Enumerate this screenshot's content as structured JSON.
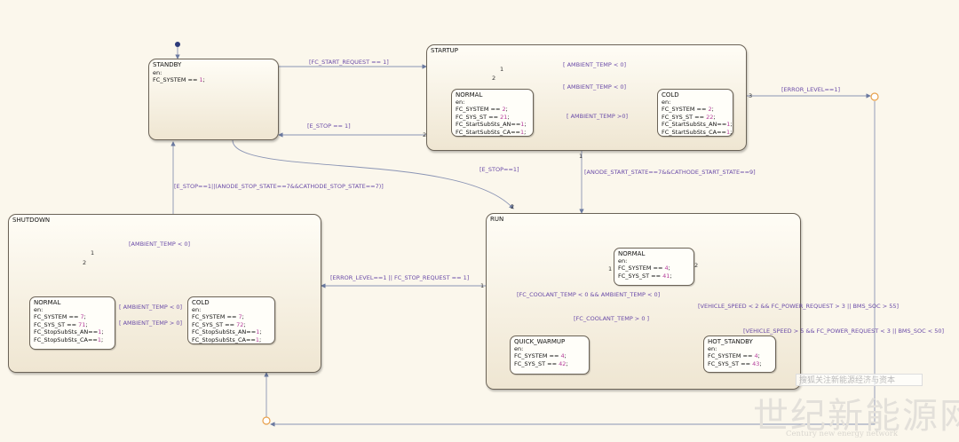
{
  "states": {
    "standby": {
      "name": "STANDBY",
      "en": "en:",
      "line1_text": "FC_SYSTEM == ",
      "line1_num": "1",
      "line1_end": ";"
    },
    "startup": {
      "name": "STARTUP",
      "normal": {
        "name": "NORMAL",
        "en": "en:",
        "l1": "FC_SYSTEM == ",
        "n1": "2",
        "e1": ";",
        "l2": "FC_SYS_ST == ",
        "n2": "21",
        "e2": ";",
        "l3": "FC_StartSubSts_AN==",
        "n3": "1",
        "e3": ";",
        "l4": "FC_StartSubSts_CA==",
        "n4": "1",
        "e4": ";"
      },
      "cold": {
        "name": "COLD",
        "en": "en:",
        "l1": "FC_SYSTEM == ",
        "n1": "2",
        "e1": ";",
        "l2": "FC_SYS_ST == ",
        "n2": "22",
        "e2": ";",
        "l3": "FC_StartSubSts_AN==",
        "n3": "1",
        "e3": ";",
        "l4": "FC_StartSubSts_CA==",
        "n4": "1",
        "e4": ";"
      }
    },
    "shutdown": {
      "name": "SHUTDOWN",
      "normal": {
        "name": "NORMAL",
        "en": "en:",
        "l1": "FC_SYSTEM == ",
        "n1": "7",
        "e1": ";",
        "l2": "FC_SYS_ST == ",
        "n2": "71",
        "e2": ";",
        "l3": "FC_StopSubSts_AN==",
        "n3": "1",
        "e3": ";",
        "l4": "FC_StopSubSts_CA==",
        "n4": "1",
        "e4": ";"
      },
      "cold": {
        "name": "COLD",
        "en": "en:",
        "l1": "FC_SYSTEM == ",
        "n1": "7",
        "e1": ";",
        "l2": "FC_SYS_ST == ",
        "n2": "72",
        "e2": ";",
        "l3": "FC_StopSubSts_AN==",
        "n3": "1",
        "e3": ";",
        "l4": "FC_StopSubSts_CA==",
        "n4": "1",
        "e4": ";"
      }
    },
    "run": {
      "name": "RUN",
      "normal": {
        "name": "NORMAL",
        "en": "en:",
        "l1": "FC_SYSTEM == ",
        "n1": "4",
        "e1": ";",
        "l2": "FC_SYS_ST == ",
        "n2": "41",
        "e2": ";"
      },
      "quick_warmup": {
        "name": "QUICK_WARMUP",
        "en": "en:",
        "l1": "FC_SYSTEM == ",
        "n1": "4",
        "e1": ";",
        "l2": "FC_SYS_ST == ",
        "n2": "42",
        "e2": ";"
      },
      "hot_standby": {
        "name": "HOT_STANDBY",
        "en": "en:",
        "l1": "FC_SYSTEM == ",
        "n1": "4",
        "e1": ";",
        "l2": "FC_SYS_ST == ",
        "n2": "43",
        "e2": ";"
      }
    }
  },
  "transitions": {
    "fc_start_request": "[FC_START_REQUEST == 1]",
    "e_stop_1": "[E_STOP == 1]",
    "e_stop_run": "[E_STOP==1]",
    "error_level_1": "[ERROR_LEVEL==1]",
    "anode_start": "[ANODE_START_STATE==7&&CATHODE_START_STATE==9]",
    "stop_to_standby": "[E_STOP==1||(ANODE_STOP_STATE==7&&CATHODE_STOP_STATE==7)]",
    "run_to_shutdown": "[ERROR_LEVEL==1 || FC_STOP_REQUEST == 1]",
    "startup_ambient_lt0_top": "[ AMBIENT_TEMP < 0]",
    "startup_ambient_lt0_mid": "[ AMBIENT_TEMP < 0]",
    "startup_ambient_gt0": "[ AMBIENT_TEMP >0]",
    "shutdown_ambient_lt0_top": "[AMBIENT_TEMP < 0]",
    "shutdown_ambient_lt0_mid": "[ AMBIENT_TEMP < 0]",
    "shutdown_ambient_gt0": "[ AMBIENT_TEMP > 0]",
    "coolant_lt0": "[FC_COOLANT_TEMP < 0 && AMBIENT_TEMP < 0]",
    "coolant_gt0": "[FC_COOLANT_TEMP > 0 ]",
    "vehicle_speed_lt2": "[VEHICLE_SPEED < 2 && FC_POWER_REQUEST > 3 || BMS_SOC > 55]",
    "vehicle_speed_gt5": "[VEHICLE_SPEED > 5 && FC_POWER_REQUEST < 3 || BMS_SOC < 50]"
  },
  "priorities": {
    "p_standby_exit": "2",
    "p_startup_error": "3",
    "p_startup_anode": "1",
    "p_run_error": "1",
    "p_run_estop": "2",
    "p_startup_junction": "2",
    "p_startup_junction_1": "1",
    "p_shutdown_junction": "2",
    "p_shutdown_junction_1": "1",
    "p_run_normal_2": "2",
    "p_run_normal_1": "1"
  },
  "watermark": {
    "box_text": "搜狐关注新能源经济与资本",
    "big_text": "世纪新能源网",
    "small_text": "Century new energy network"
  }
}
